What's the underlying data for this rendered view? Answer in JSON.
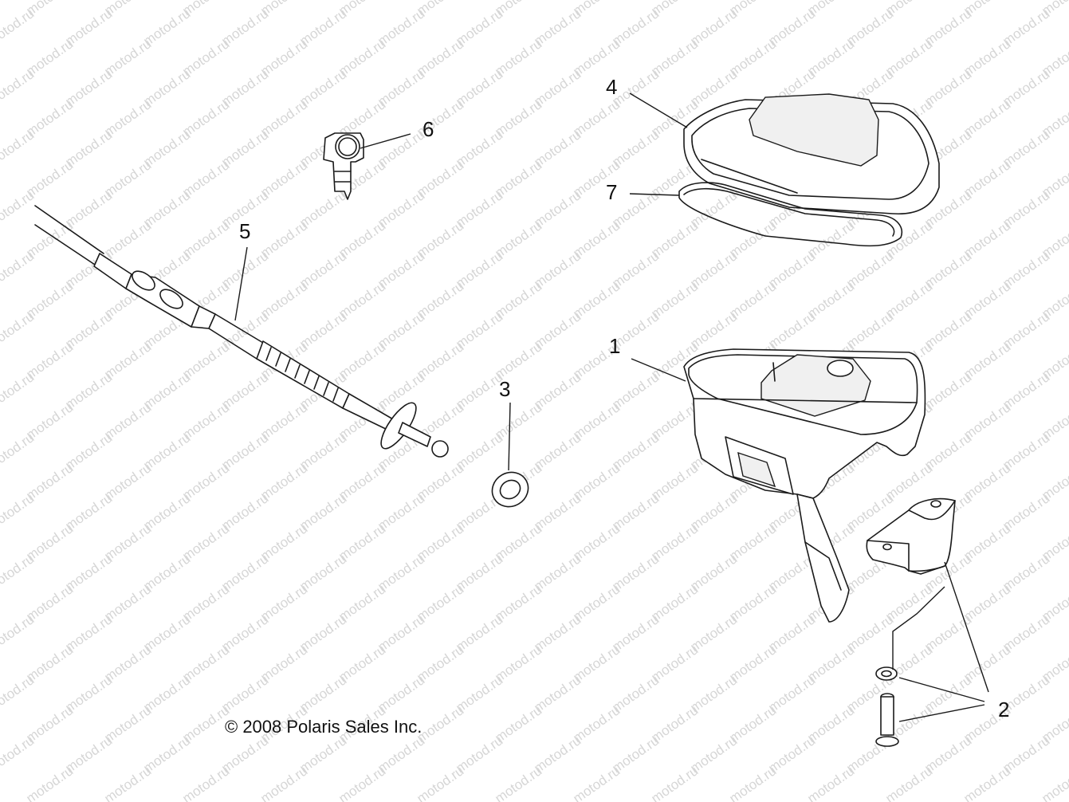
{
  "watermark": {
    "text": "motod.ru"
  },
  "copyright": "© 2008 Polaris Sales Inc.",
  "callouts": {
    "c1": "1",
    "c2": "2",
    "c3": "3",
    "c4": "4",
    "c5": "5",
    "c6": "6",
    "c7": "7"
  }
}
